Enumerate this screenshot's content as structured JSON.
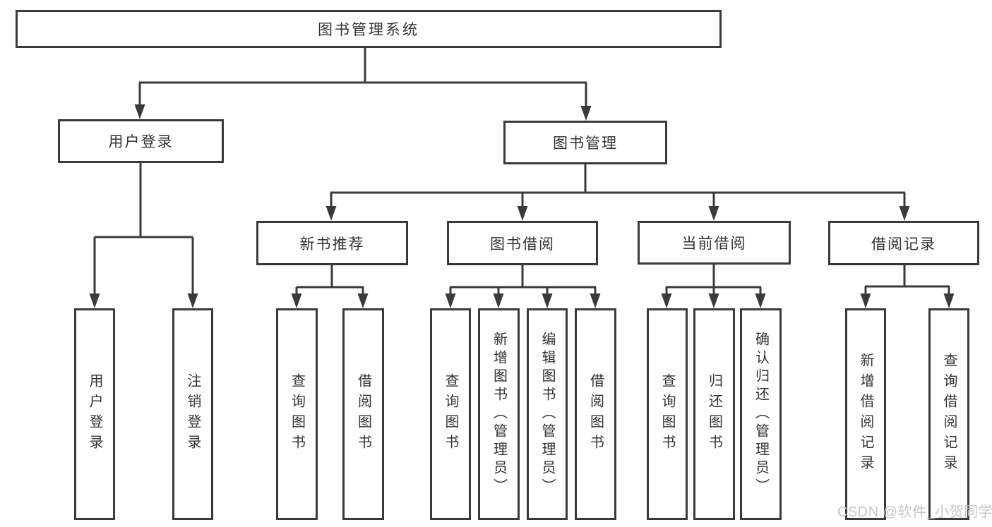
{
  "diagram": {
    "title": "图书管理系统",
    "level2": {
      "user_login": "用户登录",
      "book_management": "图书管理"
    },
    "level3": {
      "new_book": "新书推荐",
      "book_borrow": "图书借阅",
      "current_borrow": "当前借阅",
      "borrow_record": "借阅记录"
    },
    "leaves": {
      "user_login": [
        "用户登录",
        "注销登录"
      ],
      "new_book": [
        "查询图书",
        "借阅图书"
      ],
      "book_borrow": [
        "查询图书",
        "新增图书（管理员）",
        "编辑图书（管理员）",
        "借阅图书"
      ],
      "current_borrow": [
        "查询图书",
        "归还图书",
        "确认归还（管理员）"
      ],
      "borrow_record": [
        "新增借阅记录",
        "查询借阅记录"
      ]
    }
  },
  "watermark": "CSDN @软件_小贺同学",
  "colors": {
    "line": "#3a3a3a",
    "text": "#333333",
    "box_background": "#ffffff",
    "page_background": "#ffffff",
    "watermark": "#c6c6c6"
  }
}
